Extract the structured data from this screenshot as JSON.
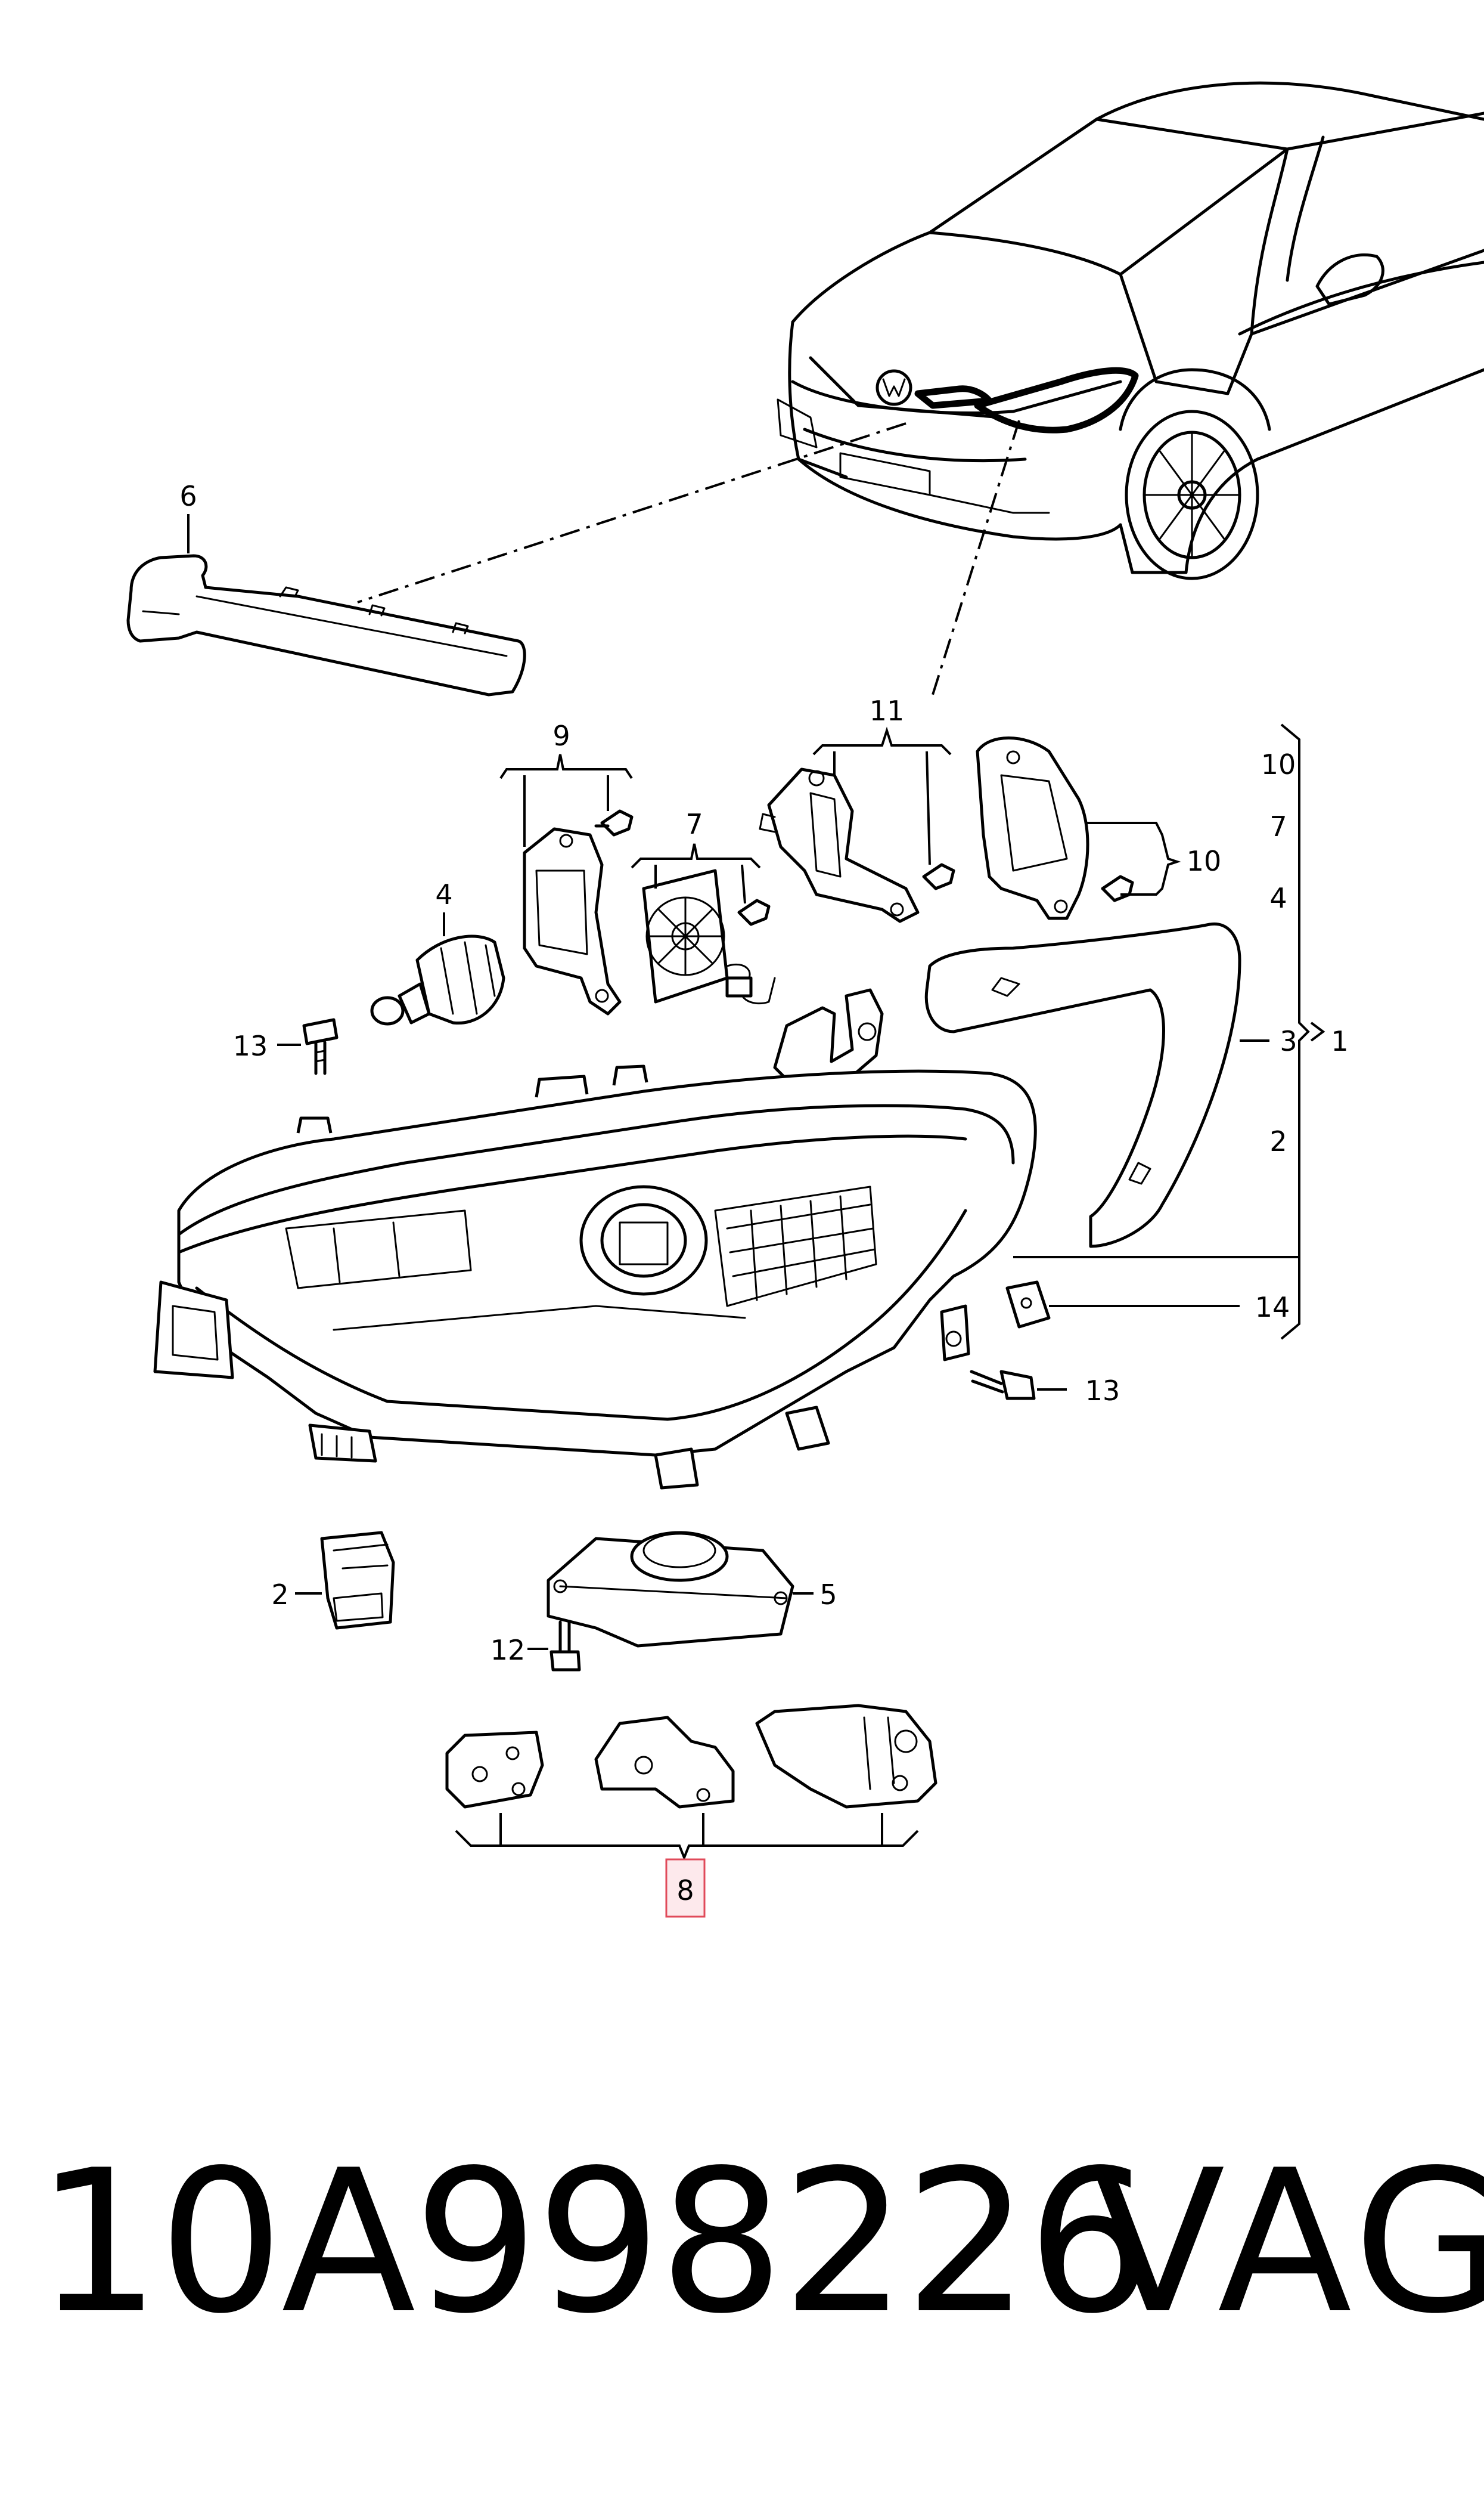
{
  "callouts": {
    "c1": "1",
    "c2_right": "2",
    "c2_left": "2",
    "c3": "3",
    "c4_right": "4",
    "c4_left": "4",
    "c5": "5",
    "c6": "6",
    "c7_right": "7",
    "c7_top": "7",
    "c8": "8",
    "c9": "9",
    "c10_right": "10",
    "c10_mid": "10",
    "c11": "11",
    "c12": "12",
    "c13_left": "13",
    "c13_right": "13",
    "c14": "14"
  },
  "footer": {
    "part_number": "10A998226",
    "brand": "VAG"
  },
  "colors": {
    "line": "#000000",
    "background": "#ffffff",
    "highlight_box": "#e04a5a",
    "highlight_fill": "#fde9ec"
  }
}
